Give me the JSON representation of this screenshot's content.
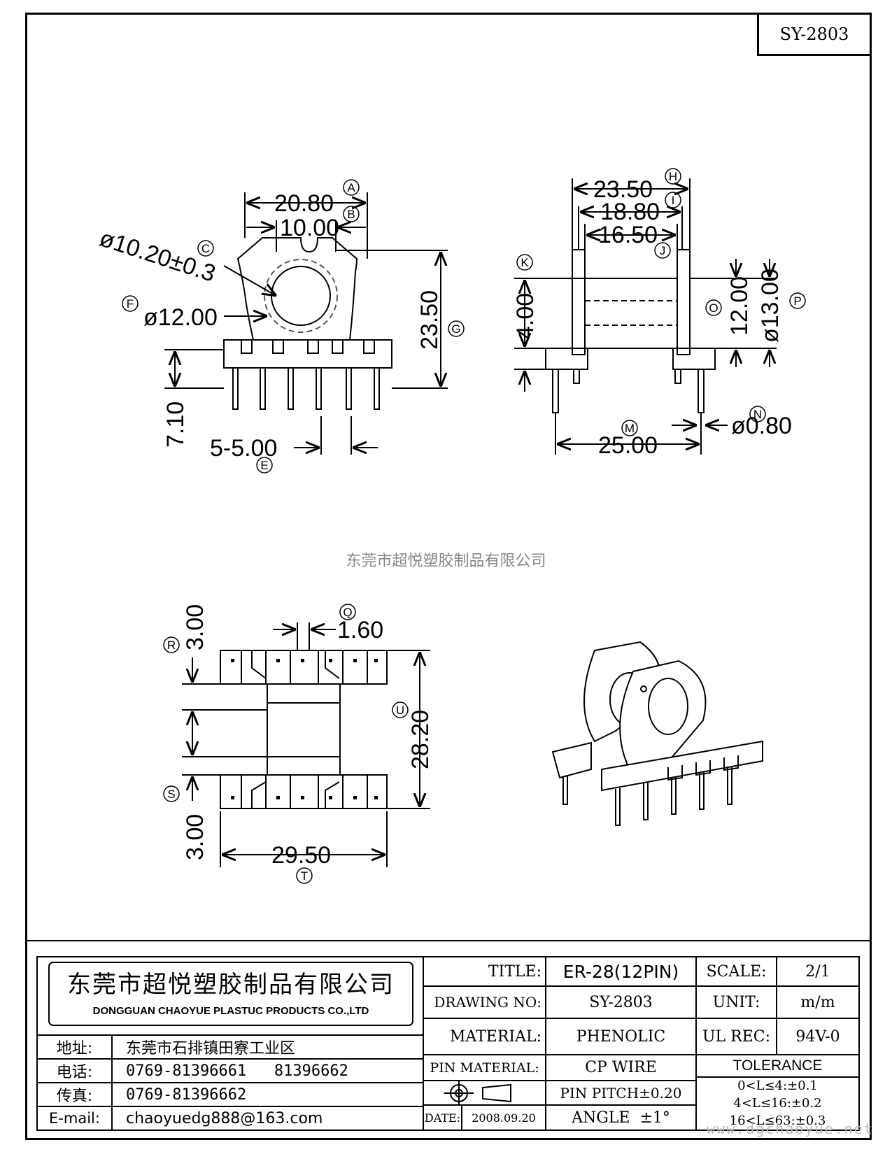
{
  "drawing_number_box": "SY-2803",
  "watermark": "东莞市超悦塑胶制品有限公司",
  "site_mark": "www.dgchaoyue.net",
  "views": {
    "front": {
      "dim_a": "20.80",
      "dim_b": "10.00",
      "dim_c": "ø10.20±0.3",
      "dim_f": "ø12.00",
      "dim_g": "23.50",
      "dim_pin_h": "7.10",
      "dim_e": "5-5.00",
      "tags": {
        "a": "A",
        "b": "B",
        "c": "C",
        "f": "F",
        "g": "G",
        "e": "E"
      }
    },
    "side": {
      "dim_h": "23.50",
      "dim_i": "18.80",
      "dim_j": "16.50",
      "dim_k": "4.00",
      "dim_o": "12.00",
      "dim_p": "ø13.00",
      "dim_m": "25.00",
      "dim_n": "ø0.80",
      "tags": {
        "h": "H",
        "i": "I",
        "j": "J",
        "k": "K",
        "o": "O",
        "p": "P",
        "m": "M",
        "n": "N"
      }
    },
    "bottom": {
      "dim_q": "1.60",
      "dim_r": "3.00",
      "dim_s": "3.00",
      "dim_u": "28.20",
      "dim_t": "29.50",
      "tags": {
        "q": "Q",
        "r": "R",
        "s": "S",
        "u": "U",
        "t": "T"
      }
    }
  },
  "title_block": {
    "company_cn": "东莞市超悦塑胶制品有限公司",
    "company_en": "DONGGUAN CHAOYUE PLASTUC PRODUCTS CO.,LTD",
    "address_label": "地址:",
    "address": "东莞市石排镇田寮工业区",
    "phone_label": "电话:",
    "phone": "0769-81396661   81396662",
    "fax_label": "传真:",
    "fax": "0769-81396662",
    "email_label": "E-mail:",
    "email": "chaoyuedg888@163.com",
    "title_label": "TITLE:",
    "title": "ER-28(12PIN)",
    "drawing_no_label": "DRAWING NO:",
    "drawing_no": "SY-2803",
    "material_label": "MATERIAL:",
    "material": "PHENOLIC",
    "pin_material_label": "PIN MATERIAL:",
    "pin_material": "CP WIRE",
    "pin_pitch": "PIN PITCH±0.20",
    "angle": "ANGLE  ±1°",
    "date_label": "DATE:",
    "date": "2008.09.20",
    "scale_label": "SCALE:",
    "scale": "2/1",
    "unit_label": "UNIT:",
    "unit": "m/m",
    "ul_label": "UL REC:",
    "ul": "94V-0",
    "tolerance_label": "TOLERANCE",
    "tolerances": [
      "0<L≤4:±0.1",
      "4<L≤16:±0.2",
      "16<L≤63:±0.3"
    ]
  }
}
